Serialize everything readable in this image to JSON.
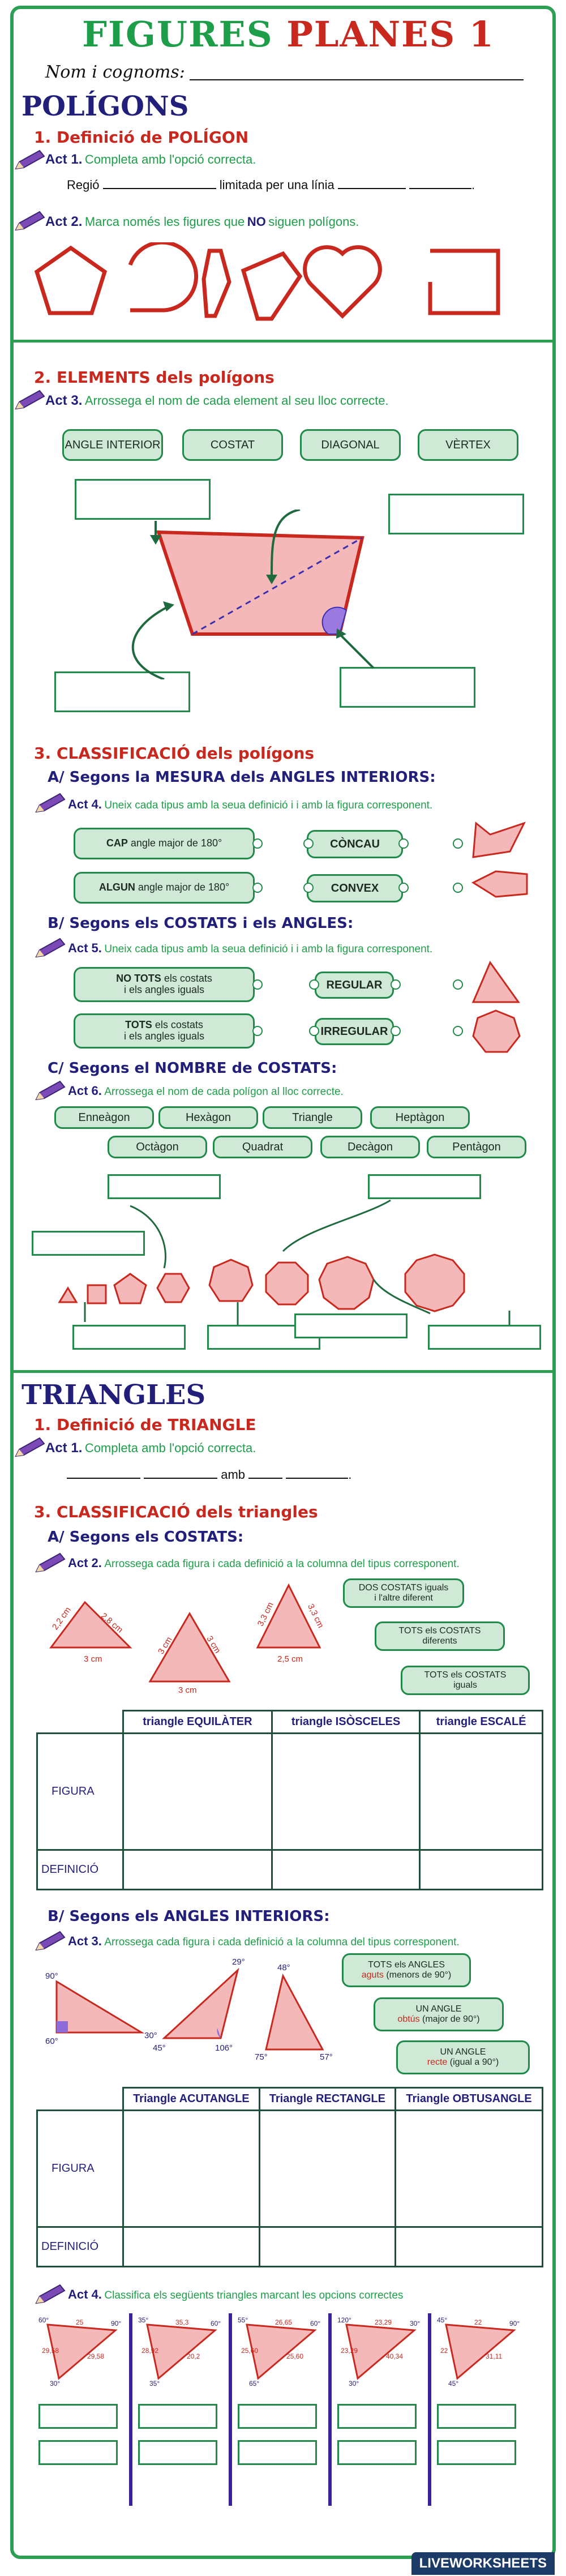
{
  "header": {
    "title_green": "FIGURES",
    "title_red": "PLANES 1",
    "name_label": "Nom i cognoms:"
  },
  "poligons": {
    "section_title": "POLÍGONS",
    "def_title": "1. Definició de POLÍGON",
    "act1_label": "Act 1.",
    "act1_text": "Completa amb l'opció correcta.",
    "act1_sentence_a": "Regió",
    "act1_sentence_b": "limitada per una línia",
    "act2_label": "Act 2.",
    "act2_text_a": "Marca només les figures que",
    "act2_text_no": "NO",
    "act2_text_b": "siguen polígons.",
    "elements_title": "2. ELEMENTS dels polígons",
    "act3_label": "Act 3.",
    "act3_text": "Arrossega el nom de cada element al seu lloc correcte.",
    "element_pills": [
      "ANGLE INTERIOR",
      "COSTAT",
      "DIAGONAL",
      "VÈRTEX"
    ],
    "classif_title": "3. CLASSIFICACIÓ dels polígons",
    "a_title": "A/ Segons la MESURA dels ANGLES INTERIORS:",
    "act4_label": "Act 4.",
    "act4_text": "Uneix cada tipus amb la seua definició i i amb la figura corresponent.",
    "a_defs": [
      {
        "bold": "CAP",
        "rest": "angle major de 180°"
      },
      {
        "bold": "ALGUN",
        "rest": "angle major de 180°"
      }
    ],
    "a_types": [
      "CÒNCAU",
      "CONVEX"
    ],
    "b_title": "B/ Segons els COSTATS i els ANGLES:",
    "act5_label": "Act 5.",
    "act5_text": "Uneix cada tipus amb la seua definició i i amb la figura corresponent.",
    "b_defs": [
      {
        "bold": "NO TOTS",
        "rest1": "els costats",
        "rest2": "i els angles iguals"
      },
      {
        "bold": "TOTS",
        "rest1": "els costats",
        "rest2": "i els angles iguals"
      }
    ],
    "b_types": [
      "REGULAR",
      "IRREGULAR"
    ],
    "c_title": "C/ Segons el NOMBRE de COSTATS:",
    "act6_label": "Act 6.",
    "act6_text": "Arrossega el nom de cada polígon al lloc correcte.",
    "c_pills_row1": [
      "Enneàgon",
      "Hexàgon",
      "Triangle",
      "Heptàgon"
    ],
    "c_pills_row2": [
      "Octàgon",
      "Quadrat",
      "Decàgon",
      "Pentàgon"
    ]
  },
  "triangles": {
    "section_title": "TRIANGLES",
    "def_title": "1. Definició de TRIANGLE",
    "act1_label": "Act 1.",
    "act1_text": "Completa amb l'opció correcta.",
    "act1_sentence_a": "amb",
    "classif_title": "3. CLASSIFICACIÓ dels triangles",
    "a_title": "A/ Segons els COSTATS:",
    "act2_label": "Act 2.",
    "act2_text": "Arrossega cada figura i cada definició a la columna del tipus corresponent.",
    "side_labels": {
      "t1_left": "2,2 cm",
      "t1_right": "2,8 cm",
      "t1_base": "3 cm",
      "t2_left": "3 cm",
      "t2_right": "3 cm",
      "t2_base": "3 cm",
      "t3_left": "3,3 cm",
      "t3_right": "3,3 cm",
      "t3_base": "2,5 cm"
    },
    "side_defs": [
      {
        "a": "DOS COSTATS iguals",
        "b": "i l'altre diferent"
      },
      {
        "a": "TOTS els COSTATS",
        "b": "diferents"
      },
      {
        "a": "TOTS els COSTATS",
        "b": "iguals"
      }
    ],
    "table1_headers": [
      "triangle EQUILÀTER",
      "triangle ISÒSCELES",
      "triangle ESCALÉ"
    ],
    "row_figura": "FIGURA",
    "row_definicio": "DEFINICIÓ",
    "b_title": "B/ Segons els ANGLES INTERIORS:",
    "act3_label": "Act 3.",
    "act3_text": "Arrossega cada figura i cada definició a la columna del tipus corresponent.",
    "angle_labels": {
      "t1": [
        "90°",
        "60°",
        "30°"
      ],
      "t2": [
        "29°",
        "45°",
        "106°"
      ],
      "t3": [
        "48°",
        "75°",
        "57°"
      ]
    },
    "angle_defs": [
      {
        "a": "TOTS els ANGLES",
        "key": "aguts",
        "b": "(menors de 90°)"
      },
      {
        "a": "UN ANGLE",
        "key": "obtús",
        "b": "(major de 90°)"
      },
      {
        "a": "UN ANGLE",
        "key": "recte",
        "b": "(igual a 90°)"
      }
    ],
    "table2_headers": [
      "Triangle ACUTANGLE",
      "Triangle RECTANGLE",
      "Triangle OBTUSANGLE"
    ],
    "act4_label": "Act 4.",
    "act4_text": "Classifica els següents triangles marcant les opcions correctes",
    "act4_triangles": [
      {
        "angles": [
          "60°",
          "90°",
          "30°"
        ],
        "sides": [
          "25",
          "29,58",
          "29,58"
        ]
      },
      {
        "angles": [
          "35°",
          "60°",
          "35°"
        ],
        "sides": [
          "35,3",
          "20,2",
          "28,92"
        ]
      },
      {
        "angles": [
          "55°",
          "60°",
          "65°"
        ],
        "sides": [
          "26,65",
          "25,60",
          "25,60"
        ]
      },
      {
        "angles": [
          "120°",
          "30°",
          "30°"
        ],
        "sides": [
          "23,29",
          "40,34",
          "23,29"
        ]
      },
      {
        "angles": [
          "45°",
          "90°",
          "45°"
        ],
        "sides": [
          "22",
          "31,11",
          "22"
        ]
      }
    ]
  },
  "footer": {
    "brand": "LIVEWORKSHEETS"
  }
}
